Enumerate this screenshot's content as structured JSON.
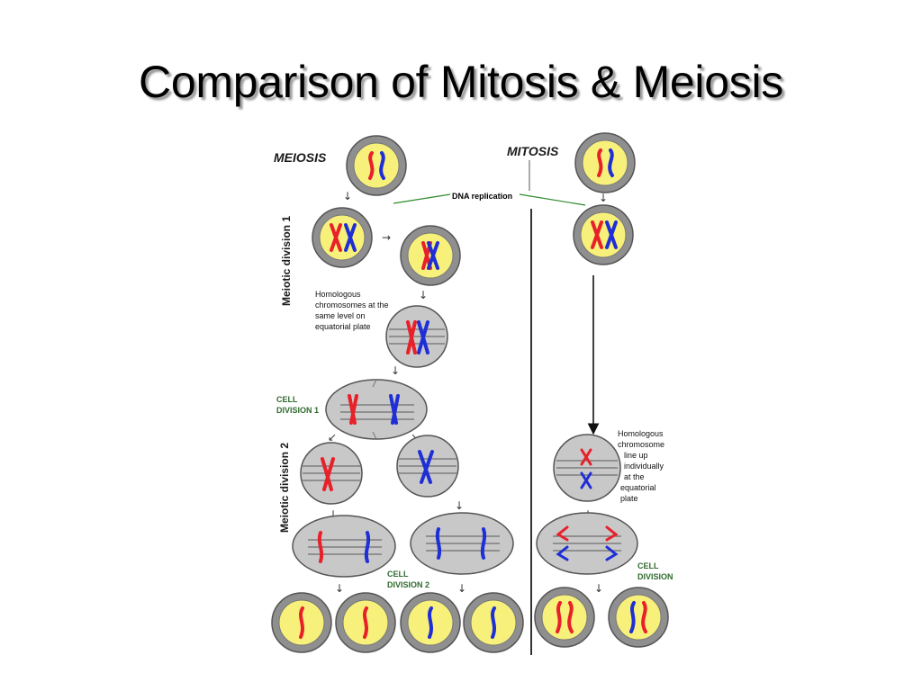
{
  "title": "Comparison of Mitosis & Meiosis",
  "labels": {
    "meiosis": "MEIOSIS",
    "mitosis": "MITOSIS",
    "dna_replication": "DNA replication",
    "meiotic_division_1": "Meiotic division 1",
    "meiotic_division_2": "Meiotic division 2",
    "cell_division_1_line1": "CELL",
    "cell_division_1_line2": "DIVISION 1",
    "cell_division_2_line1": "CELL",
    "cell_division_2_line2": "DIVISION 2",
    "cell_division_line1": "CELL",
    "cell_division_line2": "DIVISION"
  },
  "notes": {
    "meiosis_plate": [
      "Homologous",
      "chromosomes at the",
      "same level on",
      "equatorial plate"
    ],
    "mitosis_plate": [
      "Homologous",
      "chromosome",
      "line up",
      "individually",
      "at the",
      "equatorial",
      "plate"
    ]
  },
  "colors": {
    "cell_outer": "#8f8f8f",
    "cell_inner": "#f7f07a",
    "dividing_cell": "#c8c8c8",
    "chromosome_red": "#e8202a",
    "chromosome_blue": "#1f2fd6",
    "line_green": "#2e8b2e"
  }
}
